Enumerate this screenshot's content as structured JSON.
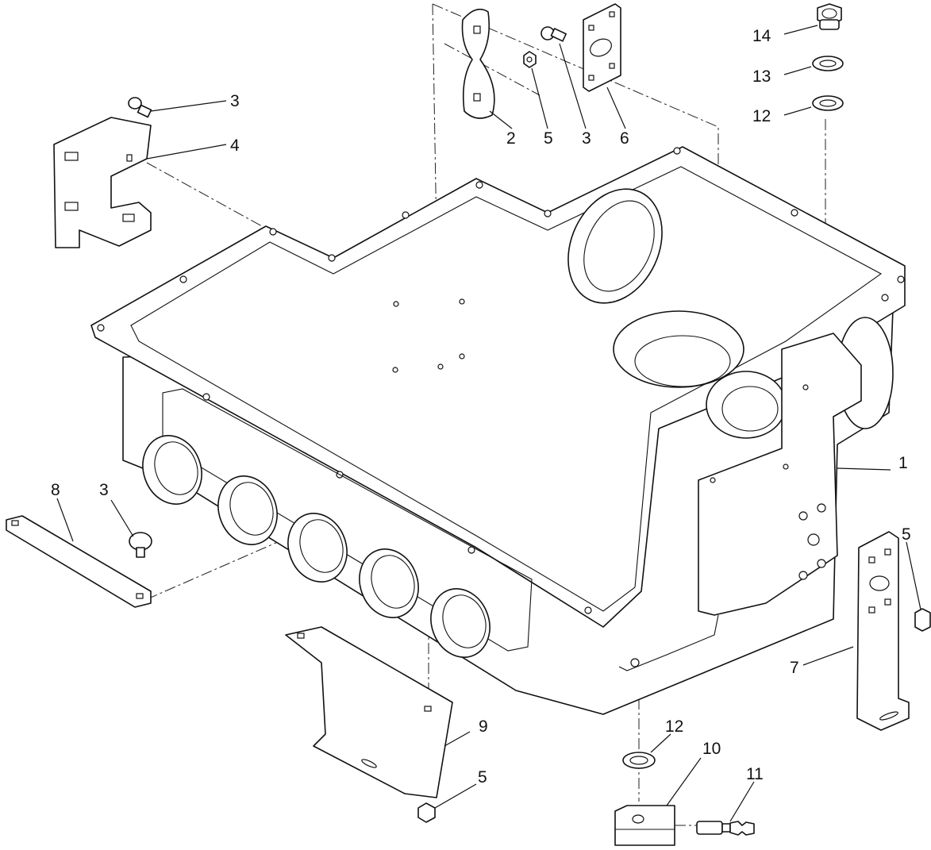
{
  "diagram": {
    "callouts": [
      {
        "id": "c14",
        "label": "14"
      },
      {
        "id": "c13",
        "label": "13"
      },
      {
        "id": "c12a",
        "label": "12"
      },
      {
        "id": "c3a",
        "label": "3"
      },
      {
        "id": "c4",
        "label": "4"
      },
      {
        "id": "c2",
        "label": "2"
      },
      {
        "id": "c5a",
        "label": "5"
      },
      {
        "id": "c3b",
        "label": "3"
      },
      {
        "id": "c6",
        "label": "6"
      },
      {
        "id": "c1",
        "label": "1"
      },
      {
        "id": "c8",
        "label": "8"
      },
      {
        "id": "c3c",
        "label": "3"
      },
      {
        "id": "c5b",
        "label": "5"
      },
      {
        "id": "c7",
        "label": "7"
      },
      {
        "id": "c9",
        "label": "9"
      },
      {
        "id": "c12b",
        "label": "12"
      },
      {
        "id": "c10",
        "label": "10"
      },
      {
        "id": "c11",
        "label": "11"
      },
      {
        "id": "c5c",
        "label": "5"
      }
    ]
  }
}
